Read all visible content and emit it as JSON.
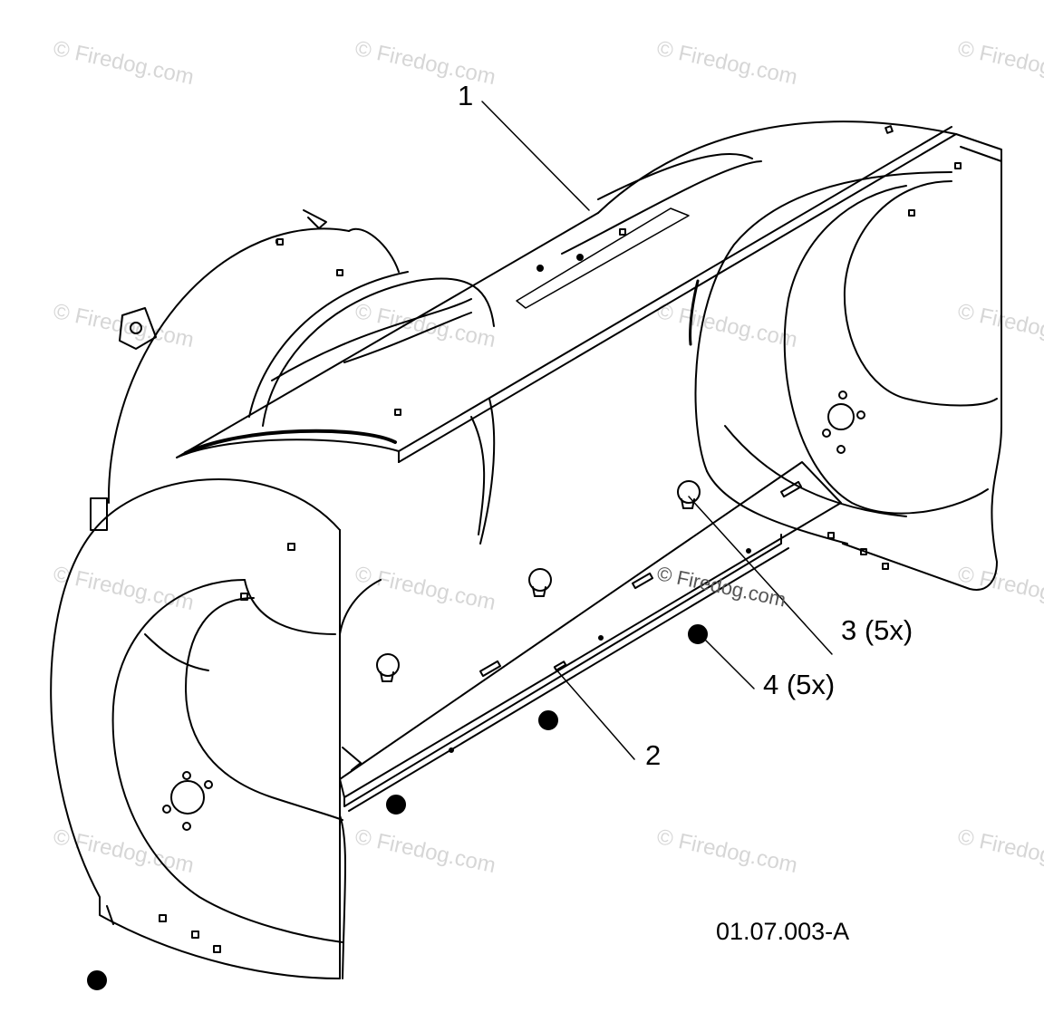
{
  "diagram": {
    "callouts": [
      {
        "id": "1",
        "label": "1"
      },
      {
        "id": "2",
        "label": "2"
      },
      {
        "id": "3",
        "label": "3 (5x)"
      },
      {
        "id": "4",
        "label": "4 (5x)"
      }
    ],
    "reference_code": "01.07.003-A"
  },
  "watermark": {
    "text": "© Firedog.com"
  },
  "colors": {
    "line": "#000000",
    "background": "#ffffff",
    "watermark": "#d6d6d6"
  }
}
